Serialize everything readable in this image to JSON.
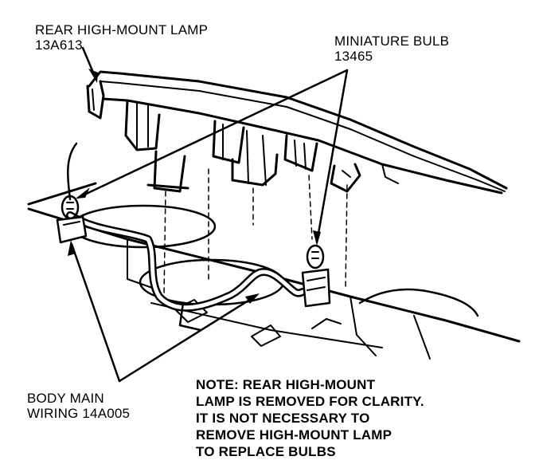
{
  "labels": {
    "rear_lamp": {
      "line1": "REAR HIGH-MOUNT LAMP",
      "line2": "13A613"
    },
    "miniature_bulb": {
      "line1": "MINIATURE BULB",
      "line2": "13465"
    },
    "body_wiring": {
      "line1": "BODY MAIN",
      "line2": "WIRING 14A005"
    }
  },
  "note": {
    "line1": "NOTE: REAR HIGH-MOUNT",
    "line2": "LAMP IS REMOVED FOR CLARITY.",
    "line3": "IT IS NOT NECESSARY TO",
    "line4": "REMOVE HIGH-MOUNT LAMP",
    "line5": "TO REPLACE BULBS"
  }
}
